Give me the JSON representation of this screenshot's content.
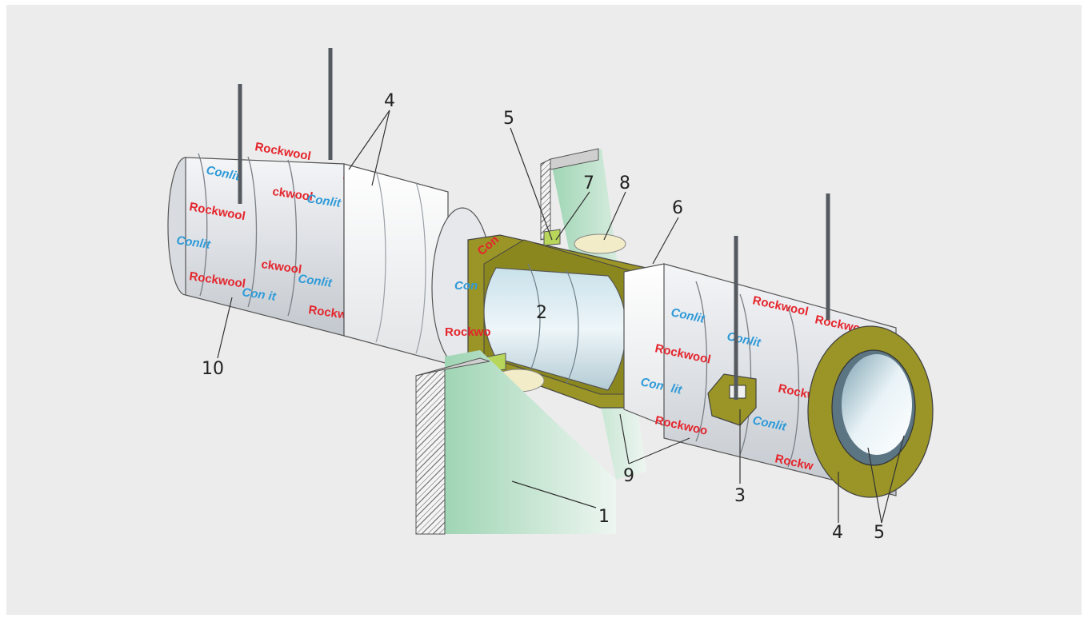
{
  "colors": {
    "background": "#ececec",
    "foil": "#e3e6e9",
    "insulation": "#9a9526",
    "wall_board": "#bfe2cc",
    "firestop_green": "#b8d65a",
    "sealant": "#f2ecc8",
    "hanger_rod": "#555a60",
    "brand_red": "#e4252c",
    "brand_blue": "#2e9ad8",
    "callout_text": "#222222"
  },
  "brand": {
    "rockwool": "Rockwool",
    "conlit": "Conlit",
    "rockwool_partial": "Rockw",
    "rockwool_short": "Rockwoo",
    "rockwool_cut": "ckwool",
    "rockwool_mid": "Rockwo",
    "conlit_partial": "Con",
    "conlit_lit": "lit",
    "conlit_cut": "Con it"
  },
  "callouts": [
    {
      "id": "1",
      "text": "1"
    },
    {
      "id": "2",
      "text": "2"
    },
    {
      "id": "3",
      "text": "3"
    },
    {
      "id": "4a",
      "text": "4"
    },
    {
      "id": "4b",
      "text": "4"
    },
    {
      "id": "5a",
      "text": "5"
    },
    {
      "id": "5b",
      "text": "5"
    },
    {
      "id": "6",
      "text": "6"
    },
    {
      "id": "7",
      "text": "7"
    },
    {
      "id": "8",
      "text": "8"
    },
    {
      "id": "9",
      "text": "9"
    },
    {
      "id": "10",
      "text": "10"
    }
  ]
}
